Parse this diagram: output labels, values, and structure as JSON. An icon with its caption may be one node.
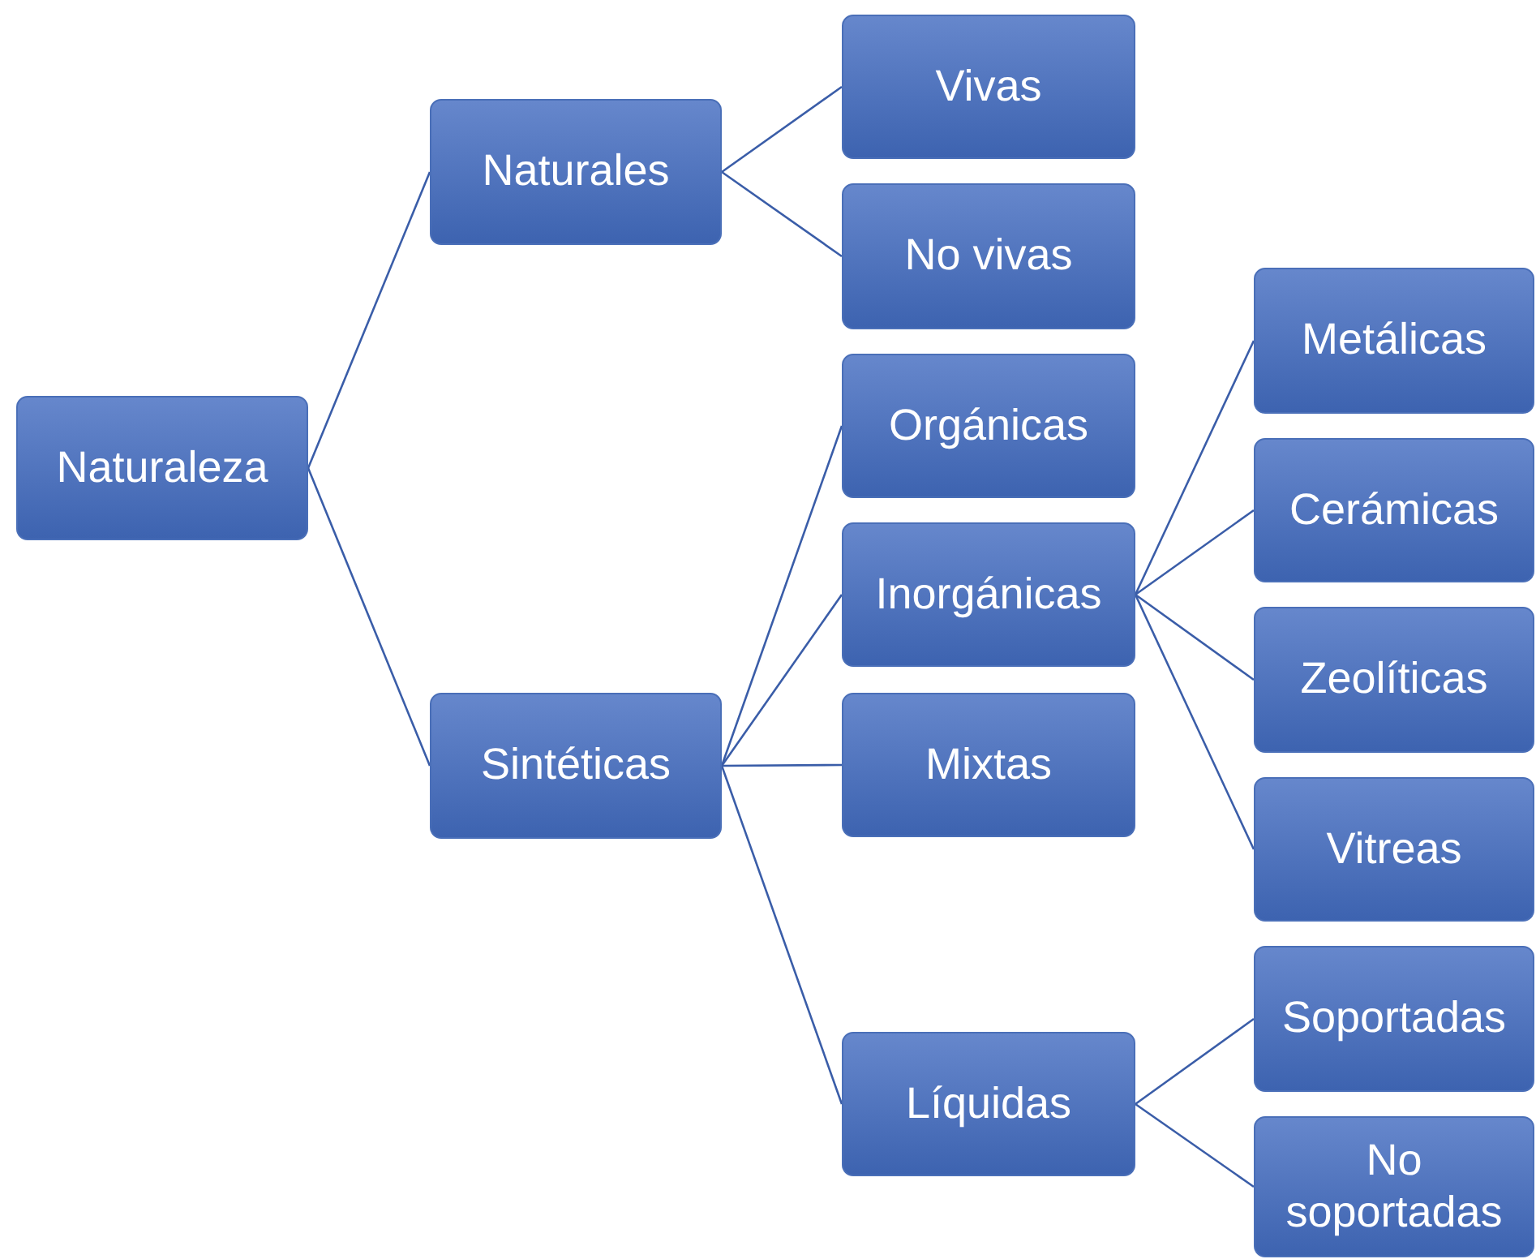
{
  "diagram": {
    "nodes": [
      {
        "text": [
          "Naturaleza"
        ]
      },
      {
        "text": [
          "Naturales"
        ]
      },
      {
        "text": [
          "Sintéticas"
        ]
      },
      {
        "text": [
          "Vivas"
        ]
      },
      {
        "text": [
          "No vivas"
        ]
      },
      {
        "text": [
          "Orgánicas"
        ]
      },
      {
        "text": [
          "Inorgánicas"
        ]
      },
      {
        "text": [
          "Mixtas"
        ]
      },
      {
        "text": [
          "Líquidas"
        ]
      },
      {
        "text": [
          "Metálicas"
        ]
      },
      {
        "text": [
          "Cerámicas"
        ]
      },
      {
        "text": [
          "Zeolíticas"
        ]
      },
      {
        "text": [
          "Vitreas"
        ]
      },
      {
        "text": [
          "Soportadas"
        ]
      },
      {
        "text": [
          "No soportadas"
        ]
      }
    ],
    "edges": [
      {
        "from": 0,
        "to": 1,
        "arrow": "none"
      },
      {
        "from": 0,
        "to": 2,
        "arrow": "none"
      },
      {
        "from": 1,
        "to": 3,
        "arrow": "none"
      },
      {
        "from": 1,
        "to": 4,
        "arrow": "none"
      },
      {
        "from": 2,
        "to": 5,
        "arrow": "none"
      },
      {
        "from": 2,
        "to": 6,
        "arrow": "none"
      },
      {
        "from": 2,
        "to": 7,
        "arrow": "none"
      },
      {
        "from": 2,
        "to": 8,
        "arrow": "none"
      },
      {
        "from": 6,
        "to": 9,
        "arrow": "none"
      },
      {
        "from": 6,
        "to": 10,
        "arrow": "none"
      },
      {
        "from": 6,
        "to": 11,
        "arrow": "none"
      },
      {
        "from": 6,
        "to": 12,
        "arrow": "none"
      },
      {
        "from": 8,
        "to": 13,
        "arrow": "none"
      },
      {
        "from": 8,
        "to": 14,
        "arrow": "none"
      }
    ]
  }
}
